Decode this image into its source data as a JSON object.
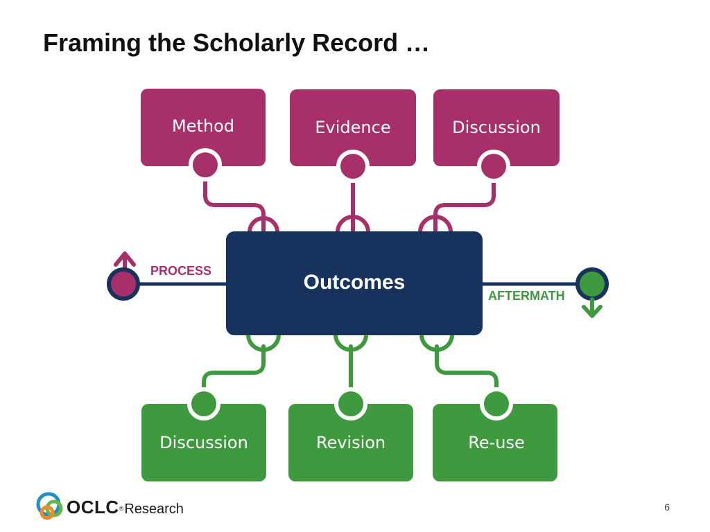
{
  "slide": {
    "title": "Framing the Scholarly Record …",
    "page_number": "6"
  },
  "colors": {
    "process": "#a7306a",
    "aftermath": "#3f9a3f",
    "core": "#17325c"
  },
  "diagram": {
    "core_label": "Outcomes",
    "process_label": "PROCESS",
    "aftermath_label": "AFTERMATH",
    "process_items": [
      "Method",
      "Evidence",
      "Discussion"
    ],
    "aftermath_items": [
      "Discussion",
      "Revision",
      "Re-use"
    ]
  },
  "footer": {
    "logo_brand": "OCLC",
    "logo_reg": "®",
    "logo_research": "Research"
  }
}
